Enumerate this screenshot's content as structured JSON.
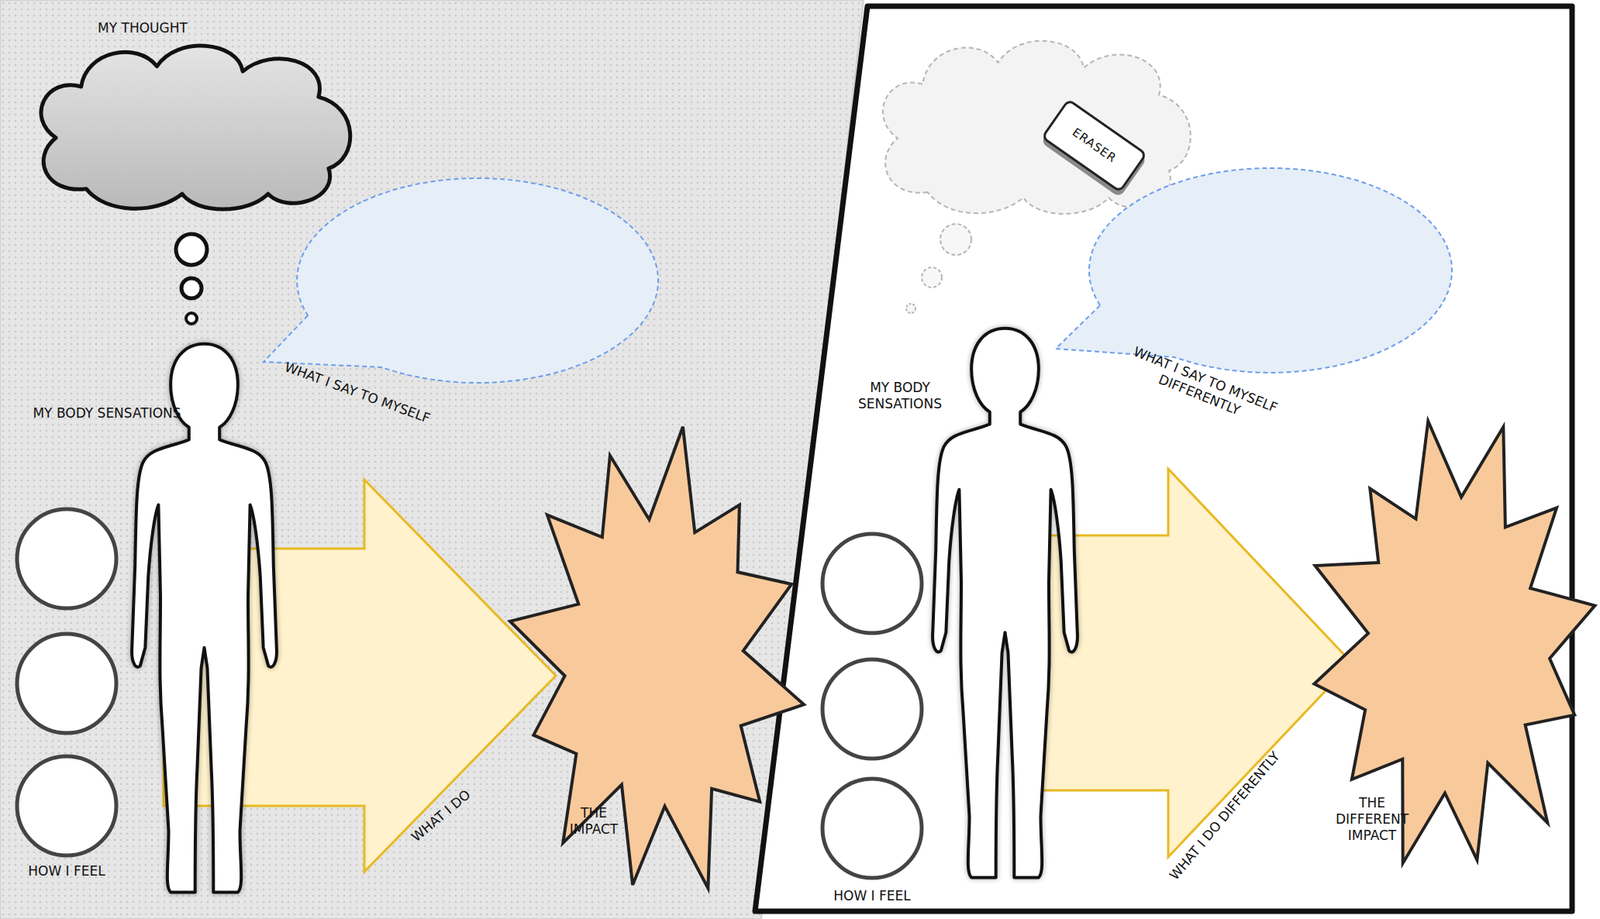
{
  "diagram": {
    "nodes": [
      {
        "text": [
          "MY THOUGHT"
        ]
      },
      {
        "text": [
          "WHAT I SAY TO MYSELF"
        ]
      },
      {
        "text": [
          "MY BODY SENSATIONS"
        ]
      },
      {
        "text": [
          "WHAT I DO"
        ]
      },
      {
        "text": [
          "THE IMPACT"
        ]
      },
      {
        "text": [
          "ERASER"
        ]
      },
      {
        "text": [
          "WHAT I SAY TO MYSELF DIFFERENTLY"
        ]
      },
      {
        "text": [
          "MY BODY SENSATIONS"
        ]
      },
      {
        "text": [
          "WHAT I DO DIFFERENTLY"
        ]
      },
      {
        "text": [
          "THE DIFFERENT IMPACT"
        ]
      }
    ],
    "labels": [
      "HOW I FEEL",
      "HOW I FEEL"
    ]
  }
}
